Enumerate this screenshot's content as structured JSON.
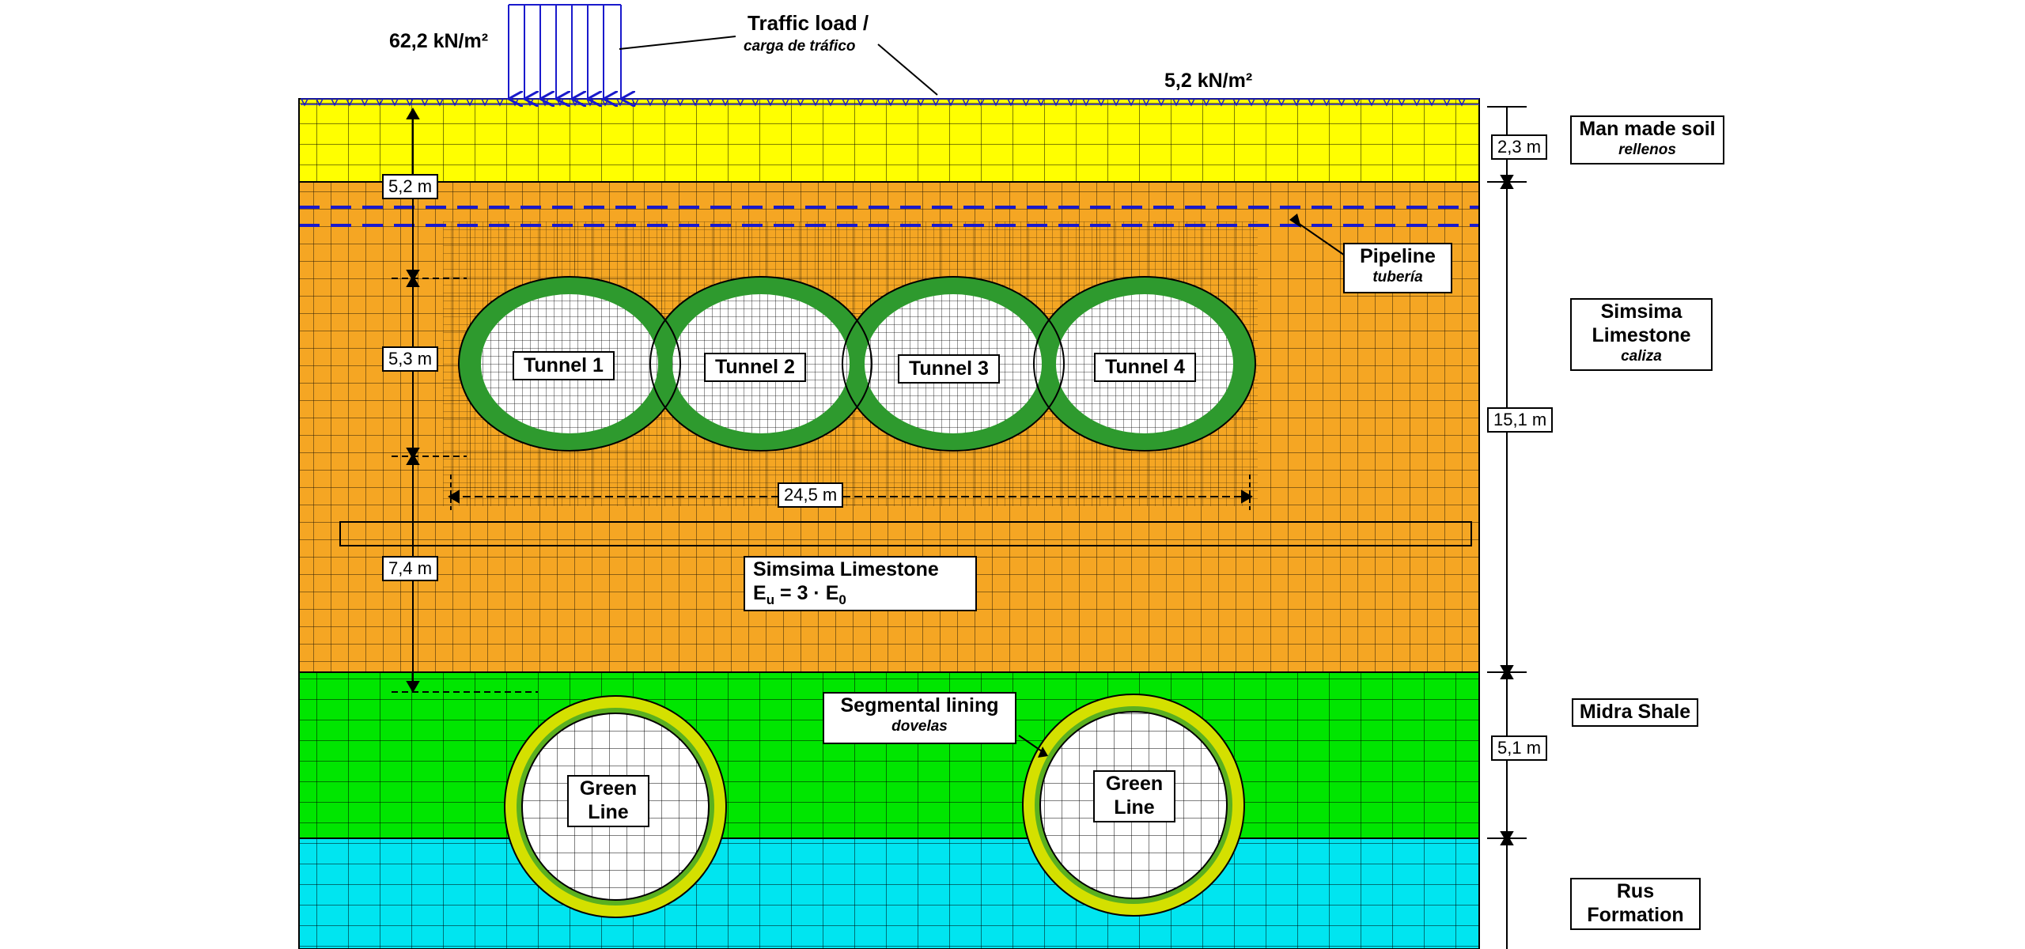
{
  "loads": {
    "traffic_title": "Traffic load /",
    "traffic_subtitle": "carga de tráfico",
    "traffic_value": "62,2 kN/m²",
    "surface_value": "5,2 kN/m²"
  },
  "layers": {
    "man_made": {
      "title": "Man made soil",
      "subtitle": "rellenos",
      "thickness": "2,3 m",
      "color": "#FFFF00"
    },
    "simsima": {
      "title_1": "Simsima",
      "title_2": "Limestone",
      "subtitle": "caliza",
      "thickness": "15,1 m",
      "color": "#F5A623"
    },
    "midra": {
      "title": "Midra Shale",
      "thickness": "5,1 m",
      "color": "#00E600"
    },
    "rus": {
      "title_1": "Rus",
      "title_2": "Formation",
      "color": "#00E5F0"
    }
  },
  "pipeline": {
    "title": "Pipeline",
    "subtitle": "tubería"
  },
  "tunnels": [
    "Tunnel 1",
    "Tunnel 2",
    "Tunnel 3",
    "Tunnel 4"
  ],
  "dimensions": {
    "cover": "5,2 m",
    "tunnel_height": "5,3 m",
    "tunnel_width": "24,5 m",
    "below_depth": "7,4 m"
  },
  "inner_layer": {
    "title": "Simsima Limestone",
    "formula_e": "E",
    "formula_u": "u",
    "formula_mid": " = 3 · E",
    "formula_0": "0"
  },
  "lining": {
    "title": "Segmental lining",
    "subtitle": "dovelas"
  },
  "green_line": {
    "line1": "Green",
    "line2": "Line"
  },
  "colors": {
    "tunnel_ring": "#2E9A2E",
    "lining_ring": "#D4E000",
    "load_arrows": "#1A1ACC",
    "water_table": "#1A1ACC"
  }
}
